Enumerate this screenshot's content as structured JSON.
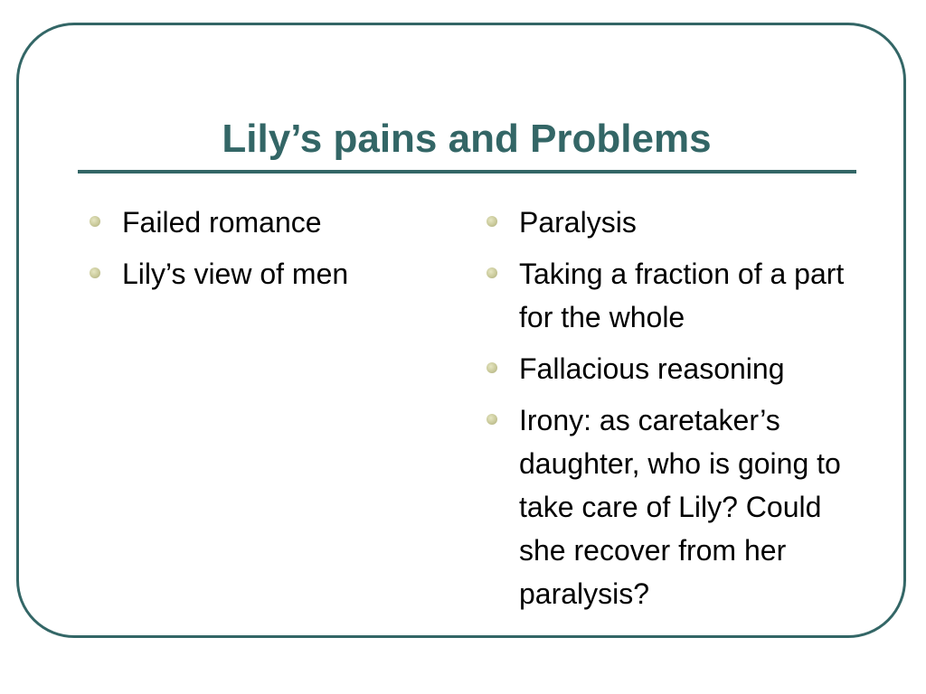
{
  "slide": {
    "title": "Lily’s pains and Problems"
  },
  "left_column": {
    "items": [
      {
        "text": "Failed romance"
      },
      {
        "text": "Lily’s view of men"
      }
    ]
  },
  "right_column": {
    "items": [
      {
        "text": "Paralysis"
      },
      {
        "text": "Taking a fraction of a part for the whole"
      },
      {
        "text": "Fallacious reasoning"
      },
      {
        "text": "Irony: as caretaker’s daughter, who is going to take care of Lily?  Could she recover from her paralysis?"
      }
    ]
  },
  "colors": {
    "accent": "#336666",
    "bullet": "#c9c99a",
    "text": "#000000"
  }
}
